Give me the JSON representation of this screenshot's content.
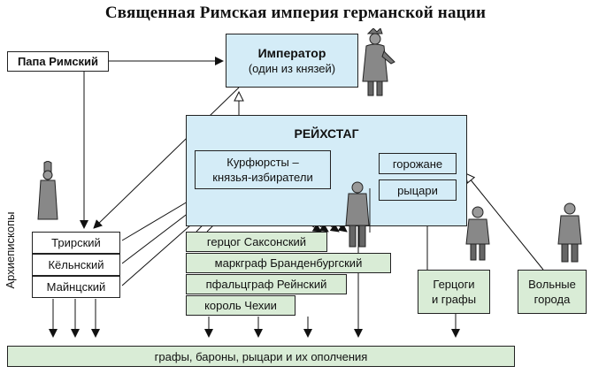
{
  "title": "Священная Римская империя германской нации",
  "pope": "Папа Римский",
  "emperor": {
    "line1": "Император",
    "line2": "(один из князей)"
  },
  "reichstag": "РЕЙХСТАГ",
  "electors": "Курфюрсты –\nкнязья-избиратели",
  "burghers": "горожане",
  "knights": "рыцари",
  "archbishops_label": "Архиепископы",
  "archbishops": [
    "Трирский",
    "Кёльнский",
    "Майнцский"
  ],
  "secular_electors": [
    "герцог Саксонский",
    "маркграф Бранденбургский",
    "пфальцграф Рейнский",
    "король Чехии"
  ],
  "dukes_counts": "Герцоги\nи графы",
  "free_cities": "Вольные\nгорода",
  "bottom": "графы, бароны, рыцари и их ополчения",
  "colors": {
    "blue_fill": "#d4ecf7",
    "green_fill": "#d9ecd6",
    "stroke": "#222222"
  }
}
